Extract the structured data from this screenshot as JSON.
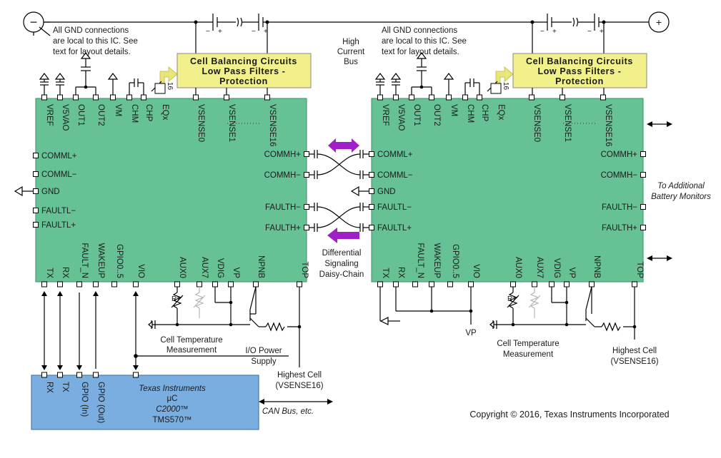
{
  "top_bus": {
    "minus_terminal": "−",
    "plus_terminal": "+",
    "minus_mark": "−",
    "plus_mark": "+",
    "center_label": [
      "High",
      "Current",
      "Bus"
    ]
  },
  "gnd_note": [
    "All GND connections",
    "are local to this IC. See",
    "text for layout details."
  ],
  "balancing_block": {
    "lines": [
      "Cell Balancing Circuits",
      "Low Pass Filters -",
      "Protection"
    ],
    "bus_width": "16"
  },
  "ic_top_pins": [
    "VREF",
    "V5VAO",
    "OUT1",
    "OUT2",
    "VM",
    "CHM",
    "CHP",
    "EQx",
    "VSENSE0",
    "VSENSE1",
    "VSENSE16"
  ],
  "ic_bottom_pins": [
    "TX",
    "RX",
    "FAULT_N",
    "WAKEUP",
    "GPIO0..5",
    "VIO",
    "AUX0",
    "AUX7",
    "VDIG",
    "VP",
    "NPNB",
    "TOP"
  ],
  "ic_left_pins": [
    "COMML+",
    "COMML−",
    "GND",
    "FAULTL−",
    "FAULTL+"
  ],
  "ic_right_pins": [
    "COMMH+",
    "COMMH−",
    "FAULTH−",
    "FAULTH+"
  ],
  "daisy_chain_label": [
    "Differential",
    "Signaling",
    "Daisy-Chain"
  ],
  "additional_monitors": [
    "To Additional",
    "Battery Monitors"
  ],
  "temp_measurement": [
    "Cell Temperature",
    "Measurement"
  ],
  "thermistor_label": "Rᴛ",
  "io_power": [
    "I/O Power",
    "Supply"
  ],
  "highest_cell": [
    "Highest Cell",
    "(VSENSE16)"
  ],
  "vp_label": "VP",
  "mcu": {
    "pins": [
      "RX",
      "TX",
      "GPIO (In)",
      "GPIO (Out)"
    ],
    "lines": [
      "Texas Instruments",
      "μC",
      "C2000™",
      "TMS570™"
    ]
  },
  "can_bus": "CAN Bus, etc.",
  "copyright": "Copyright © 2016, Texas Instruments Incorporated",
  "colors": {
    "ic_fill": "#66c295",
    "balancing_fill": "#f2f08a",
    "mcu_fill": "#7aaee0",
    "arrow_purple": "#a020c8",
    "balancing_arrow": "#e8e67a"
  }
}
